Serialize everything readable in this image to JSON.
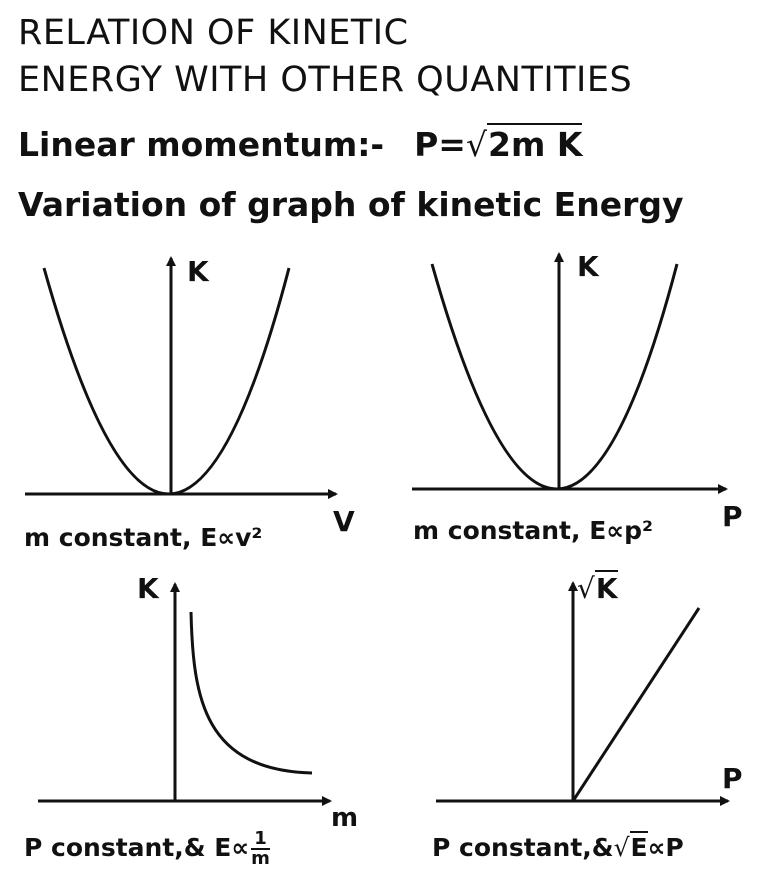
{
  "title": {
    "line1": "RELATION OF KINETIC",
    "line2": "ENERGY WITH OTHER QUANTITIES"
  },
  "momentum": {
    "label": "Linear momentum:-",
    "lhs": "P=",
    "radical": "√",
    "radicand": "2m K"
  },
  "variation_heading": "Variation of graph of kinetic Energy",
  "graphs": {
    "g1": {
      "y_label": "K",
      "x_label": "V",
      "caption_text": "m constant, E",
      "caption_prop": "∝",
      "caption_var": "v²"
    },
    "g2": {
      "y_label": "K",
      "x_label": "P",
      "caption_text": "m constant, E",
      "caption_prop": "∝",
      "caption_var": "p²"
    },
    "g3": {
      "y_label": "K",
      "x_label": "m",
      "caption_text": "P constant,& E",
      "caption_prop": "∝",
      "frac_num": "1",
      "frac_den": "m"
    },
    "g4": {
      "y_label_radical": "√",
      "y_label": "K",
      "x_label": "P",
      "caption_text": "P constant,&",
      "caption_radical": "√",
      "caption_radicand": "E",
      "caption_prop": "∝",
      "caption_var": "P"
    }
  }
}
